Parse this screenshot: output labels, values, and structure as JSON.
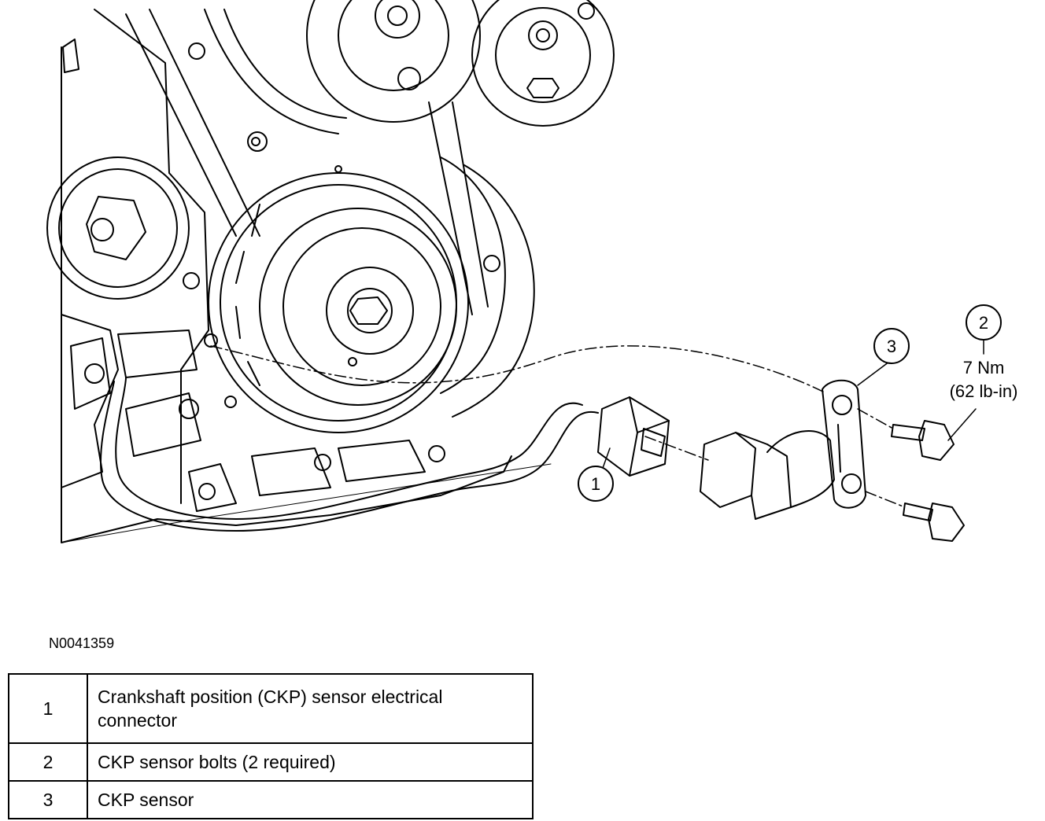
{
  "figure_id": "N0041359",
  "callouts": [
    {
      "number": "1"
    },
    {
      "number": "2",
      "torque_nm": "7 Nm",
      "torque_lbin": "(62 lb-in)"
    },
    {
      "number": "3"
    }
  ],
  "legend": [
    {
      "number": "1",
      "description": "Crankshaft position (CKP) sensor electrical connector"
    },
    {
      "number": "2",
      "description": "CKP sensor bolts (2 required)"
    },
    {
      "number": "3",
      "description": "CKP sensor"
    }
  ]
}
